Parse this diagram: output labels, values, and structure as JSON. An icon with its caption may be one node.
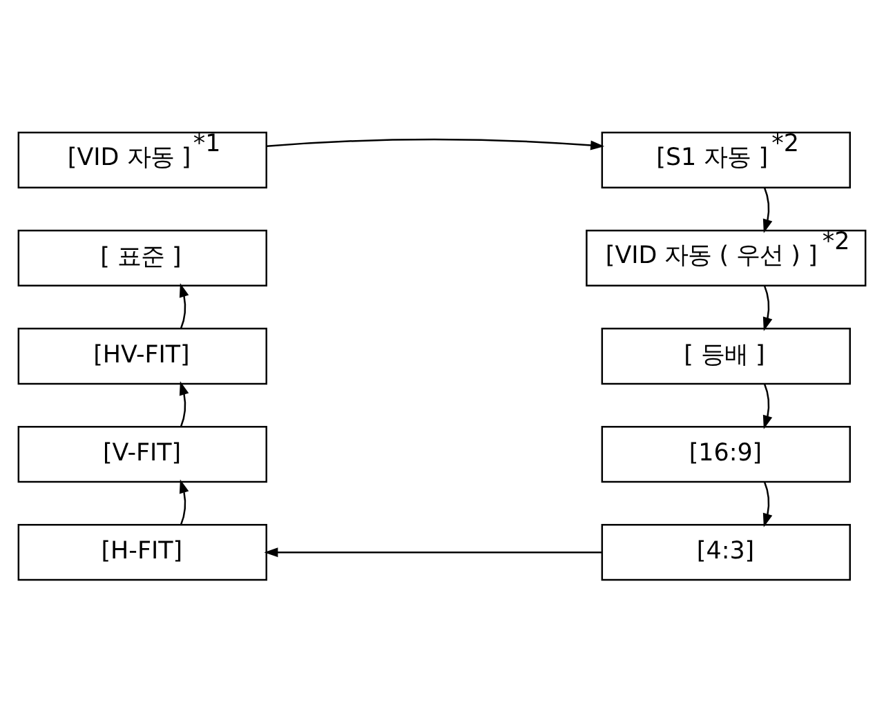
{
  "diagram": {
    "nodes": [
      {
        "text": [
          "[VID 자동 ]$^{*1}$"
        ]
      },
      {
        "text": [
          "[ 표준 ]"
        ]
      },
      {
        "text": [
          "[S1 자동 ]$^{*2}$"
        ]
      },
      {
        "text": [
          "[VID 자동 ( 우선 ) ]$^{*2}$"
        ]
      },
      {
        "text": [
          "[ 등배 ]"
        ]
      },
      {
        "text": [
          "[16:9]"
        ]
      },
      {
        "text": [
          "[4:3]"
        ]
      },
      {
        "text": [
          "[H-FIT]"
        ]
      },
      {
        "text": [
          "[V-FIT]"
        ]
      },
      {
        "text": [
          "[HV-FIT]"
        ]
      }
    ],
    "edges": [
      {
        "from": 0,
        "to": 2,
        "arrow": "to"
      },
      {
        "from": 2,
        "to": 3,
        "arrow": "to"
      },
      {
        "from": 3,
        "to": 4,
        "arrow": "to"
      },
      {
        "from": 4,
        "to": 5,
        "arrow": "to"
      },
      {
        "from": 5,
        "to": 6,
        "arrow": "to"
      },
      {
        "from": 6,
        "to": 7,
        "arrow": "to"
      },
      {
        "from": 7,
        "to": 8,
        "arrow": "to"
      },
      {
        "from": 8,
        "to": 9,
        "arrow": "to"
      },
      {
        "from": 9,
        "to": 1,
        "arrow": "to"
      }
    ]
  }
}
